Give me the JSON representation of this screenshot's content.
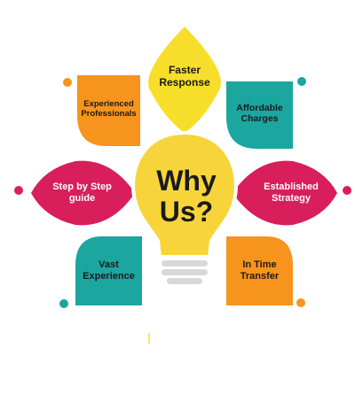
{
  "center": {
    "line1": "Why",
    "line2": "Us?"
  },
  "petals": [
    {
      "label": "Faster\nResponse",
      "color": "#F7DE2A",
      "text_color": "dark"
    },
    {
      "label": "Affordable\nCharges",
      "color": "#1BA6A0",
      "text_color": "dark"
    },
    {
      "label": "Established\nStrategy",
      "color": "#D81E5B",
      "text_color": "light"
    },
    {
      "label": "In Time\nTransfer",
      "color": "#F7941D",
      "text_color": "dark"
    },
    {
      "label": "Vast\nExperience",
      "color": "#1BA6A0",
      "text_color": "dark"
    },
    {
      "label": "Step by Step\nguide",
      "color": "#D81E5B",
      "text_color": "light"
    },
    {
      "label": "Experienced\nProfessionals",
      "color": "#F7941D",
      "text_color": "dark"
    }
  ],
  "colors": {
    "bulb": "#F7D53A",
    "bulb_base": "#D8D8D8",
    "dot_orange": "#F7941D",
    "dot_teal": "#1BA6A0",
    "dot_pink": "#D81E5B"
  }
}
